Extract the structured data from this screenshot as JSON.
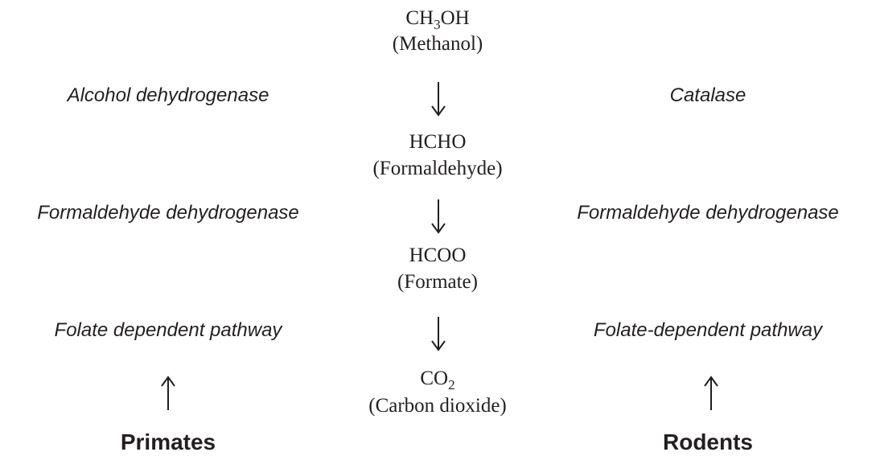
{
  "compounds": [
    {
      "formula_main": "CH",
      "formula_sub": "3",
      "formula_tail": "OH",
      "name": "(Methanol)"
    },
    {
      "formula_main": "HCHO",
      "formula_sub": "",
      "formula_tail": "",
      "name": "(Formaldehyde)"
    },
    {
      "formula_main": "HCOO",
      "formula_sub": "",
      "formula_tail": "",
      "name": "(Formate)"
    },
    {
      "formula_main": "CO",
      "formula_sub": "2",
      "formula_tail": "",
      "name": "(Carbon dioxide)"
    }
  ],
  "left_enzymes": [
    "Alcohol dehydrogenase",
    "Formaldehyde dehydrogenase",
    "Folate dependent pathway"
  ],
  "right_enzymes": [
    "Catalase",
    "Formaldehyde dehydrogenase",
    "Folate-dependent pathway"
  ],
  "species": {
    "left": "Primates",
    "right": "Rodents"
  },
  "colors": {
    "text": "#231f20"
  }
}
